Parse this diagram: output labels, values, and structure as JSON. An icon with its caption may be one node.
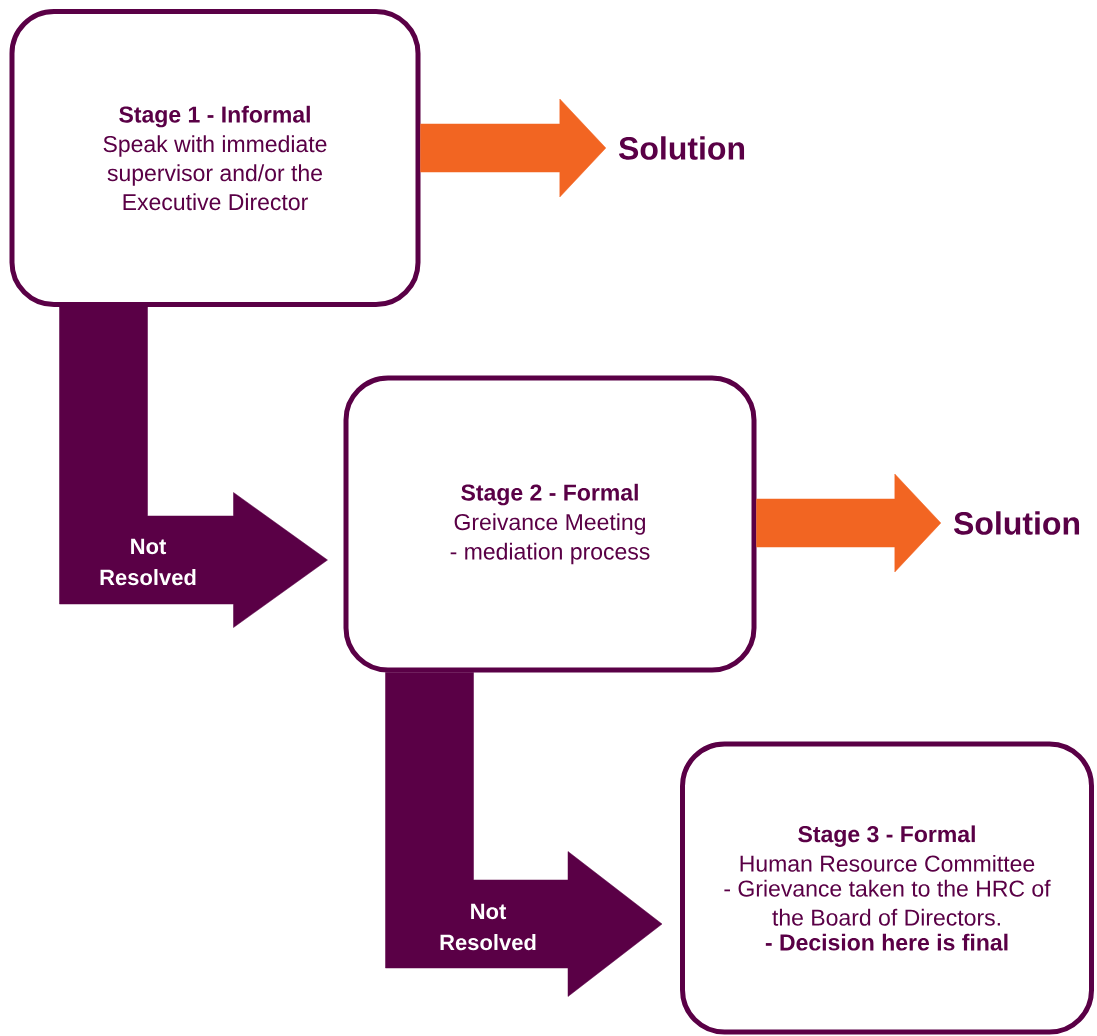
{
  "diagram": {
    "nodes": [
      {
        "text": [
          "Stage 1 - Informal",
          "Speak with immediate supervisor and/or the Executive Director"
        ]
      },
      {
        "text": [
          "Solution"
        ]
      },
      {
        "text": [
          "Stage 2 - Formal",
          "Greivance Meeting",
          "- mediation process"
        ]
      },
      {
        "text": [
          "Solution"
        ]
      },
      {
        "text": [
          "Stage 3 - Formal",
          "Human Resource Committee",
          "- Grievance taken to the HRC of the Board of Directors.",
          "- Decision here is final"
        ]
      }
    ],
    "edges": [
      {
        "from": 0,
        "to": 1,
        "arrow": "to",
        "style": "thick",
        "color": "#f26522"
      },
      {
        "from": 0,
        "to": 2,
        "arrow": "to",
        "label": "Not Resolved",
        "style": "thick",
        "color": "#5a0046"
      },
      {
        "from": 2,
        "to": 3,
        "arrow": "to",
        "style": "thick",
        "color": "#f26522"
      },
      {
        "from": 2,
        "to": 4,
        "arrow": "to",
        "label": "Not Resolved",
        "style": "thick",
        "color": "#5a0046"
      }
    ]
  }
}
